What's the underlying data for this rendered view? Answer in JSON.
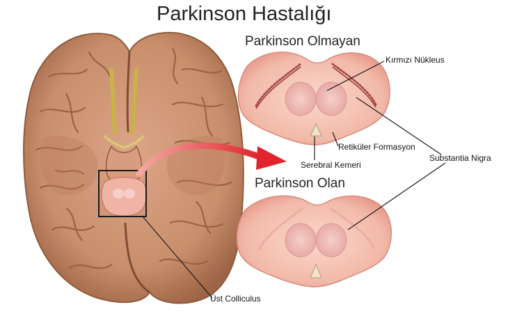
{
  "title": "Parkinson Hastalığı",
  "panels": {
    "without": {
      "title": "Parkinson Olmayan"
    },
    "with": {
      "title": "Parkinson Olan"
    }
  },
  "labels": {
    "red_nucleus": "Kırmızı Nükleus",
    "reticular_formation": "Retiküler Formasyon",
    "substantia_nigra": "Substantia Nigra",
    "cerebral_peduncle": "Serebral Kemeri",
    "superior_colliculus": "Üst Colliculus"
  },
  "colors": {
    "brain": "#c98f6c",
    "brain_dark": "#8f5a3c",
    "midbrain": "#f0b4a4",
    "midbrain_edge": "#d98c80",
    "nigra": "#a84a4a",
    "arrow": "#e0242b",
    "olfactory": "#c8b24a"
  }
}
